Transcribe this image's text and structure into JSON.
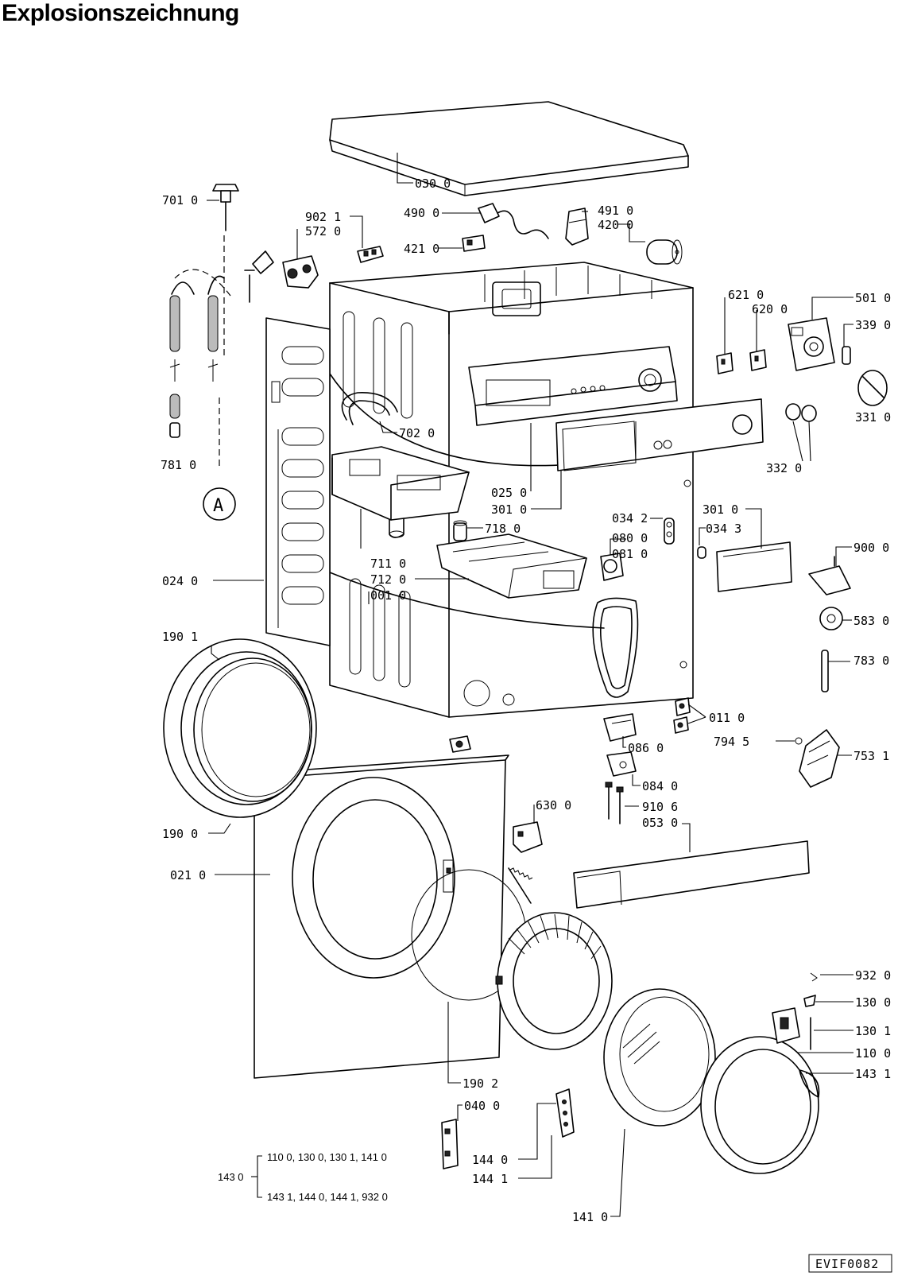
{
  "title": "Explosionszeichnung",
  "labels": {
    "p0300": "030 0",
    "p7010": "701 0",
    "p9021": "902 1",
    "p5720": "572 0",
    "p4900": "490 0",
    "p4910": "491 0",
    "p4200": "420 0",
    "p4210": "421 0",
    "p6210": "621 0",
    "p6200": "620 0",
    "p5010": "501 0",
    "p3390": "339 0",
    "p3310": "331 0",
    "p7020": "702 0",
    "p7810": "781 0",
    "pA": "A",
    "p3320": "332 0",
    "p0250": "025 0",
    "p3010a": "301 0",
    "p3010b": "301 0",
    "p0342": "034 2",
    "p0343": "034 3",
    "p7180": "718 0",
    "p0800": "080 0",
    "p0810": "081 0",
    "p9000": "900 0",
    "p7110": "711 0",
    "p7120": "712 0",
    "p0010": "001 0",
    "p0240": "024 0",
    "p5830": "583 0",
    "p7830": "783 0",
    "p1901": "190 1",
    "p0110": "011 0",
    "p7945": "794 5",
    "p0860": "086 0",
    "p7531": "753 1",
    "p0840": "084 0",
    "p6300": "630 0",
    "p9106": "910 6",
    "p0530": "053 0",
    "p1900": "190 0",
    "p0210": "021 0",
    "p9320": "932 0",
    "p1300": "130 0",
    "p1301": "130 1",
    "p1100": "110 0",
    "p1431": "143 1",
    "p1902": "190 2",
    "p0400": "040 0",
    "p1440": "144 0",
    "p1441": "144 1",
    "p1410": "141 0"
  },
  "kit": {
    "label": "143 0",
    "line1": "110 0, 130 0, 130 1, 141 0",
    "line2": "143 1, 144 0, 144 1, 932 0"
  },
  "ref_code": "EVIF0082"
}
